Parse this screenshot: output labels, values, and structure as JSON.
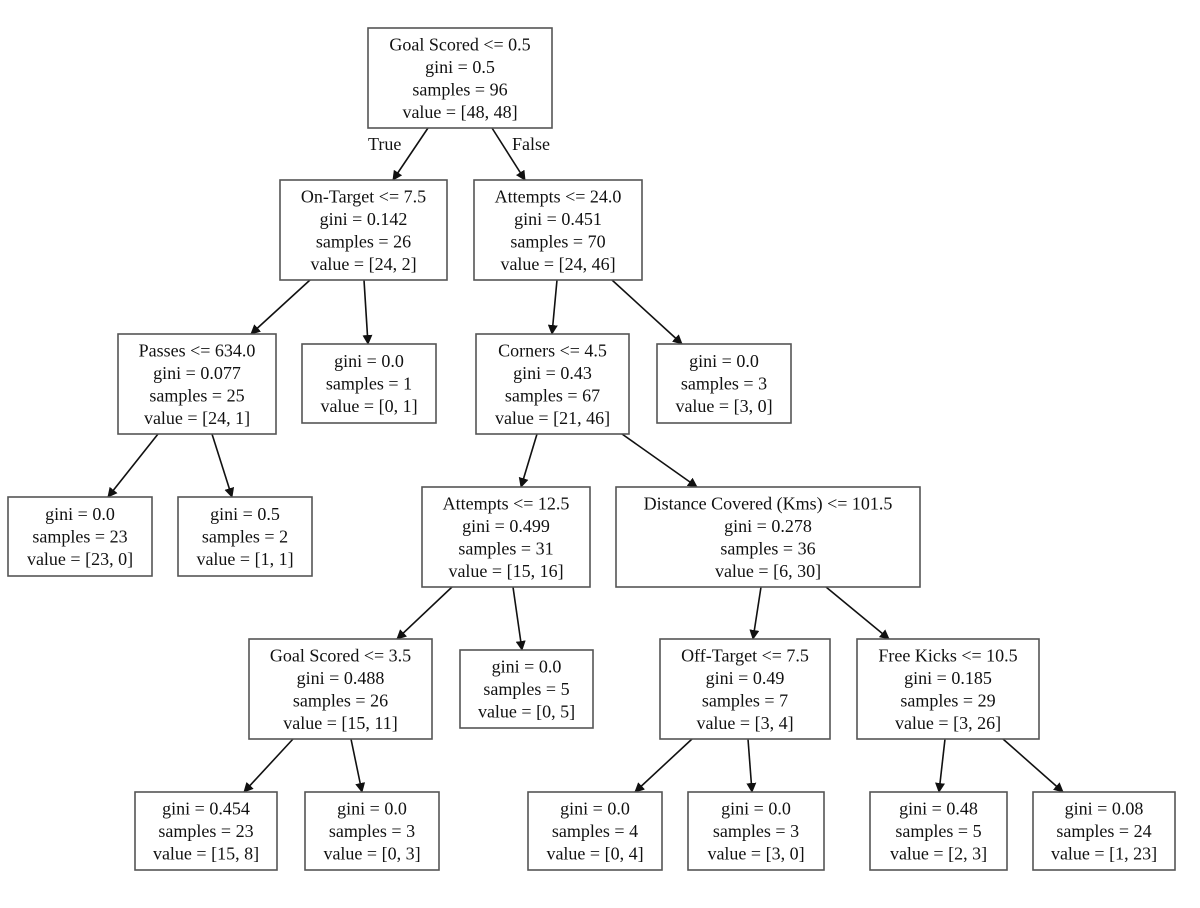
{
  "edge_labels": {
    "true": "True",
    "false": "False"
  },
  "nodes": {
    "root": [
      "Goal Scored <= 0.5",
      "gini = 0.5",
      "samples = 96",
      "value = [48, 48]"
    ],
    "n1": [
      "On-Target <= 7.5",
      "gini = 0.142",
      "samples = 26",
      "value = [24, 2]"
    ],
    "n2": [
      "Attempts <= 24.0",
      "gini = 0.451",
      "samples = 70",
      "value = [24, 46]"
    ],
    "n3": [
      "Passes <= 634.0",
      "gini = 0.077",
      "samples = 25",
      "value = [24, 1]"
    ],
    "n4": [
      "gini = 0.0",
      "samples = 1",
      "value = [0, 1]"
    ],
    "n5": [
      "Corners <= 4.5",
      "gini = 0.43",
      "samples = 67",
      "value = [21, 46]"
    ],
    "n6": [
      "gini = 0.0",
      "samples = 3",
      "value = [3, 0]"
    ],
    "n7": [
      "gini = 0.0",
      "samples = 23",
      "value = [23, 0]"
    ],
    "n8": [
      "gini = 0.5",
      "samples = 2",
      "value = [1, 1]"
    ],
    "n9": [
      "Attempts <= 12.5",
      "gini = 0.499",
      "samples = 31",
      "value = [15, 16]"
    ],
    "n10": [
      "Distance Covered (Kms) <= 101.5",
      "gini = 0.278",
      "samples = 36",
      "value = [6, 30]"
    ],
    "n11": [
      "Goal Scored <= 3.5",
      "gini = 0.488",
      "samples = 26",
      "value = [15, 11]"
    ],
    "n12": [
      "gini = 0.0",
      "samples = 5",
      "value = [0, 5]"
    ],
    "n13": [
      "Off-Target <= 7.5",
      "gini = 0.49",
      "samples = 7",
      "value = [3, 4]"
    ],
    "n14": [
      "Free Kicks <= 10.5",
      "gini = 0.185",
      "samples = 29",
      "value = [3, 26]"
    ],
    "n15": [
      "gini = 0.454",
      "samples = 23",
      "value = [15, 8]"
    ],
    "n16": [
      "gini = 0.0",
      "samples = 3",
      "value = [0, 3]"
    ],
    "n17": [
      "gini = 0.0",
      "samples = 4",
      "value = [0, 4]"
    ],
    "n18": [
      "gini = 0.0",
      "samples = 3",
      "value = [3, 0]"
    ],
    "n19": [
      "gini = 0.48",
      "samples = 5",
      "value = [2, 3]"
    ],
    "n20": [
      "gini = 0.08",
      "samples = 24",
      "value = [1, 23]"
    ]
  }
}
